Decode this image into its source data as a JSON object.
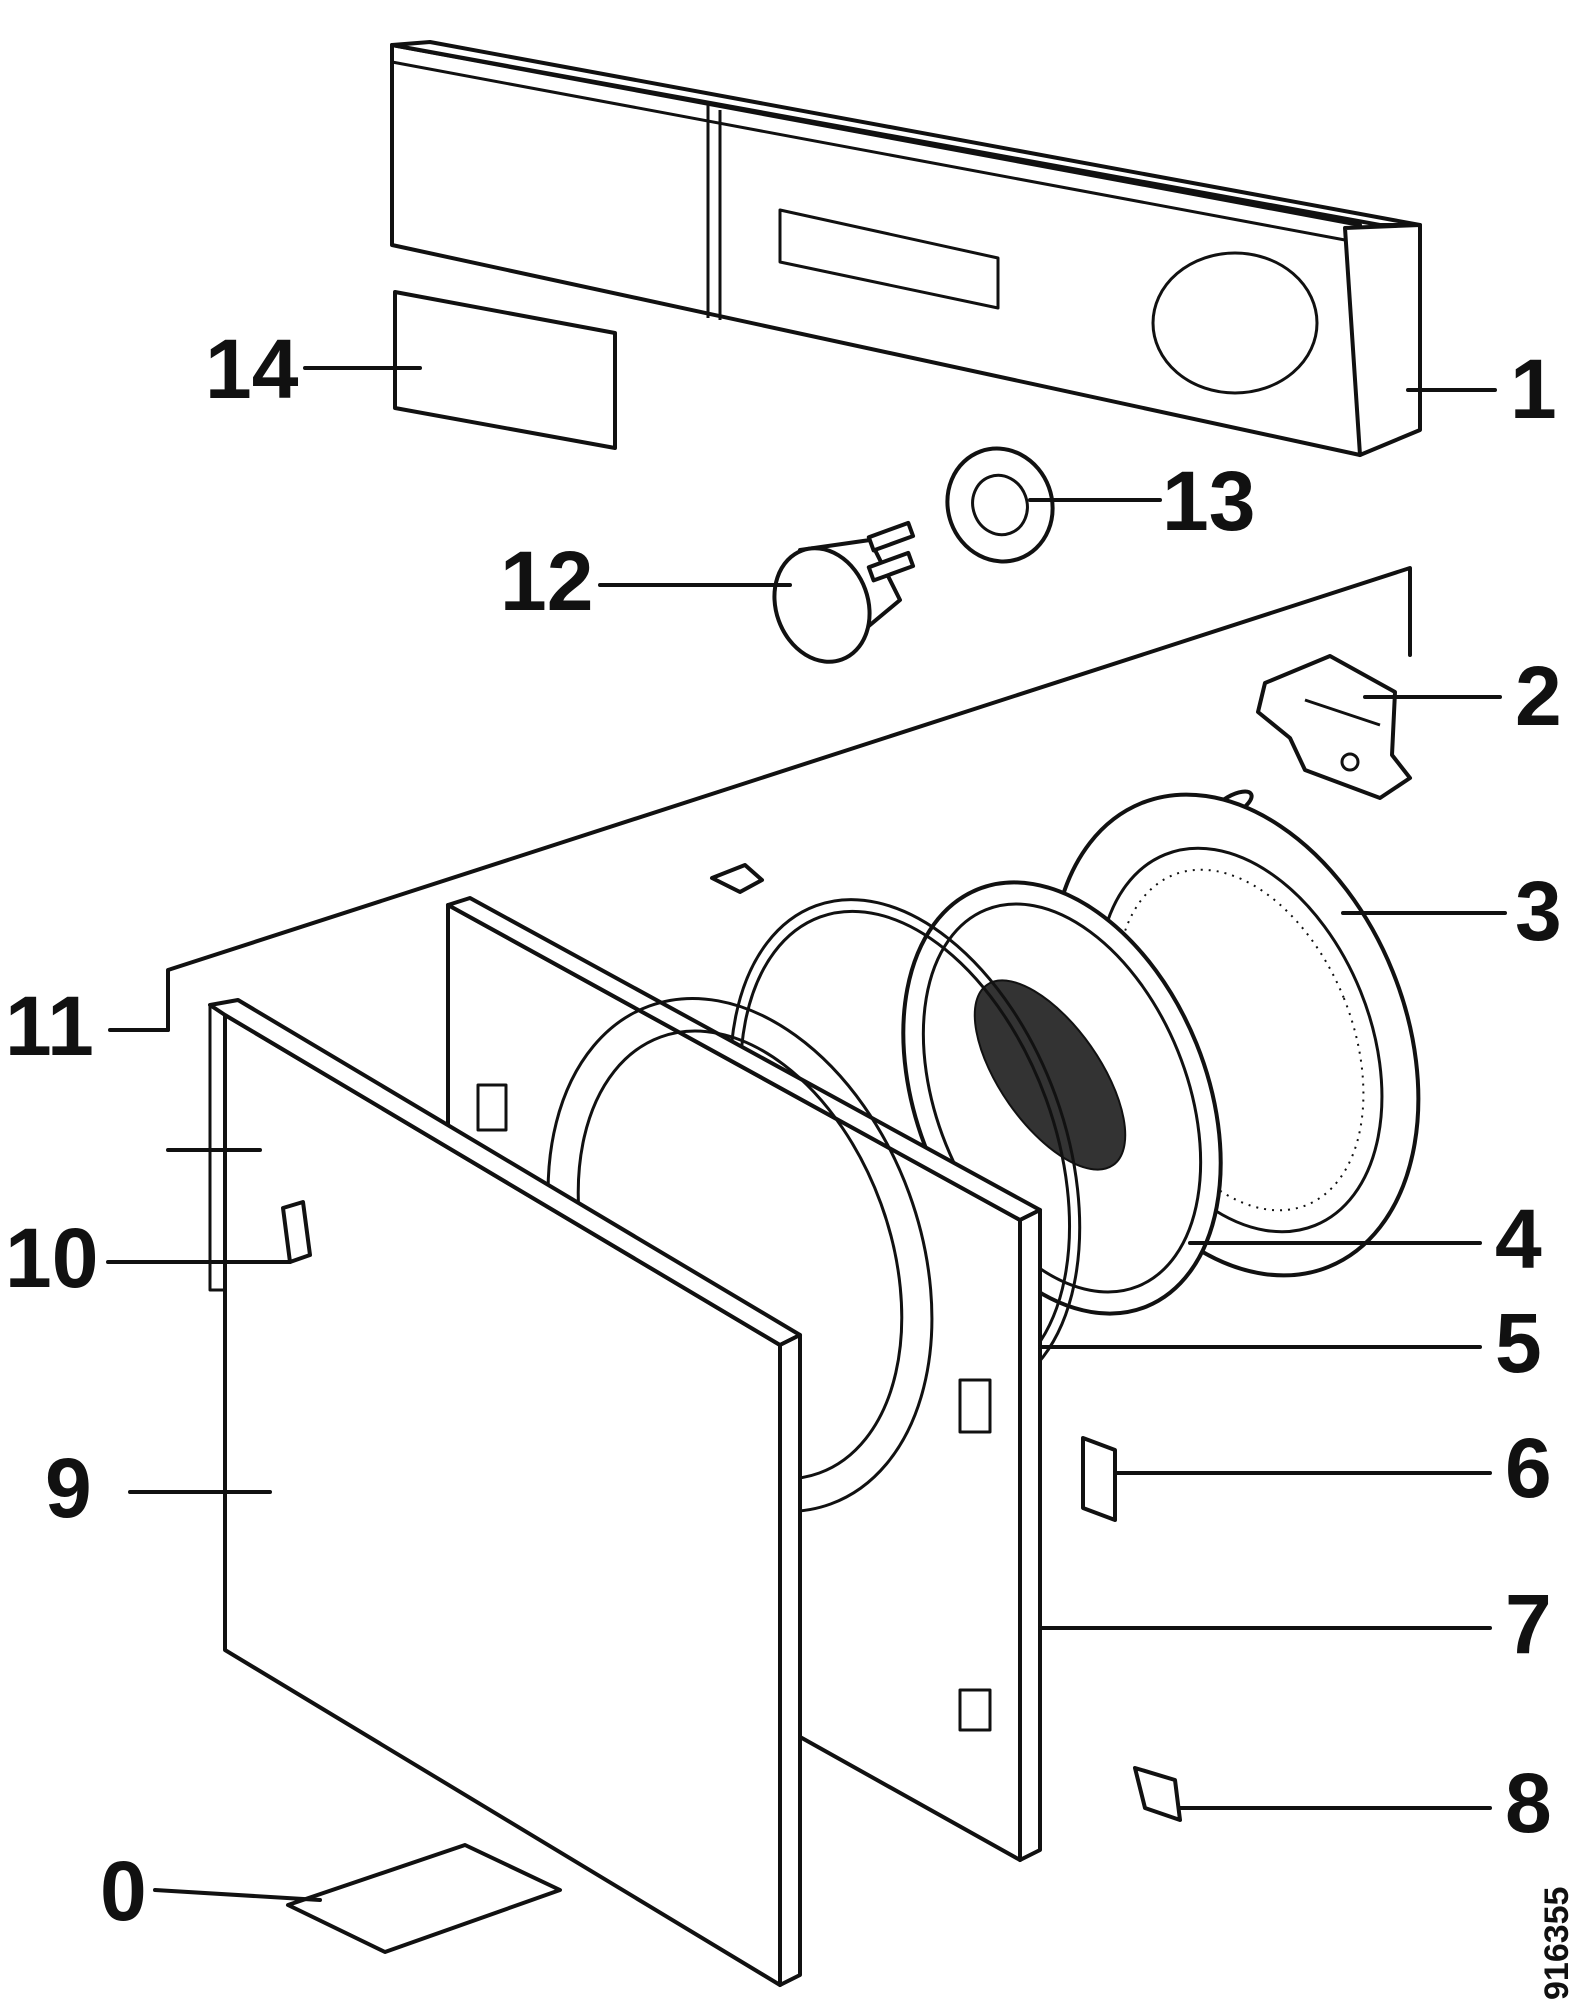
{
  "diagram": {
    "callouts": [
      {
        "id": "1",
        "text": "1"
      },
      {
        "id": "2",
        "text": "2"
      },
      {
        "id": "3",
        "text": "3"
      },
      {
        "id": "4",
        "text": "4"
      },
      {
        "id": "5",
        "text": "5"
      },
      {
        "id": "6",
        "text": "6"
      },
      {
        "id": "7",
        "text": "7"
      },
      {
        "id": "8",
        "text": "8"
      },
      {
        "id": "9",
        "text": "9"
      },
      {
        "id": "10",
        "text": "10"
      },
      {
        "id": "11",
        "text": "11"
      },
      {
        "id": "12",
        "text": "12"
      },
      {
        "id": "13",
        "text": "13"
      },
      {
        "id": "14",
        "text": "14"
      },
      {
        "id": "0",
        "text": "0"
      }
    ],
    "document_number": "916355"
  }
}
